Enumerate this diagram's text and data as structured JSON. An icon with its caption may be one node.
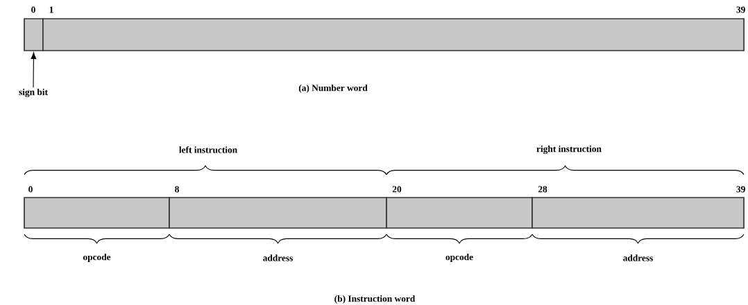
{
  "diagram": {
    "nodes": [
      {
        "text": [],
        "shape": "box"
      },
      {
        "text": [],
        "shape": "box"
      },
      {
        "text": [
          "sign bit"
        ]
      },
      {
        "text": [],
        "shape": "box",
        "beside": [
          "opcode"
        ]
      },
      {
        "text": [],
        "shape": "box",
        "beside": [
          "address"
        ]
      },
      {
        "text": [],
        "shape": "box",
        "beside": [
          "opcode"
        ]
      },
      {
        "text": [],
        "shape": "box",
        "beside": [
          "address"
        ]
      }
    ],
    "edges": [
      {
        "from": 2,
        "to": 0,
        "arrow": "to"
      }
    ],
    "labels": [
      "0",
      "1",
      "39",
      "(a) Number word",
      "left instruction",
      "right instruction",
      "0",
      "8",
      "20",
      "28",
      "39",
      "(b) Instruction word"
    ]
  }
}
